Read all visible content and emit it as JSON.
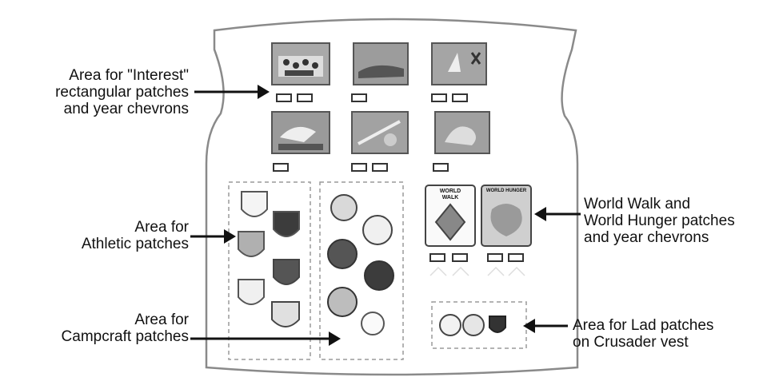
{
  "labels": {
    "interest": "Area for \"Interest\"\nrectangular patches\nand year chevrons",
    "athletic": "Area for\nAthletic patches",
    "campcraft": "Area for\nCampcraft patches",
    "world": "World Walk and\nWorld Hunger patches\nand year chevrons",
    "lad": "Area for Lad patches\non Crusader vest"
  },
  "patch_text": {
    "world_walk": "WORLD\nWALK",
    "world_hunger": "WORLD HUNGER"
  },
  "colors": {
    "ink": "#111111",
    "outline": "#8a8a8a",
    "dashed": "#9a9a9a",
    "patch_fill": "#9c9c9c",
    "dark_fill": "#3c3c3c"
  }
}
